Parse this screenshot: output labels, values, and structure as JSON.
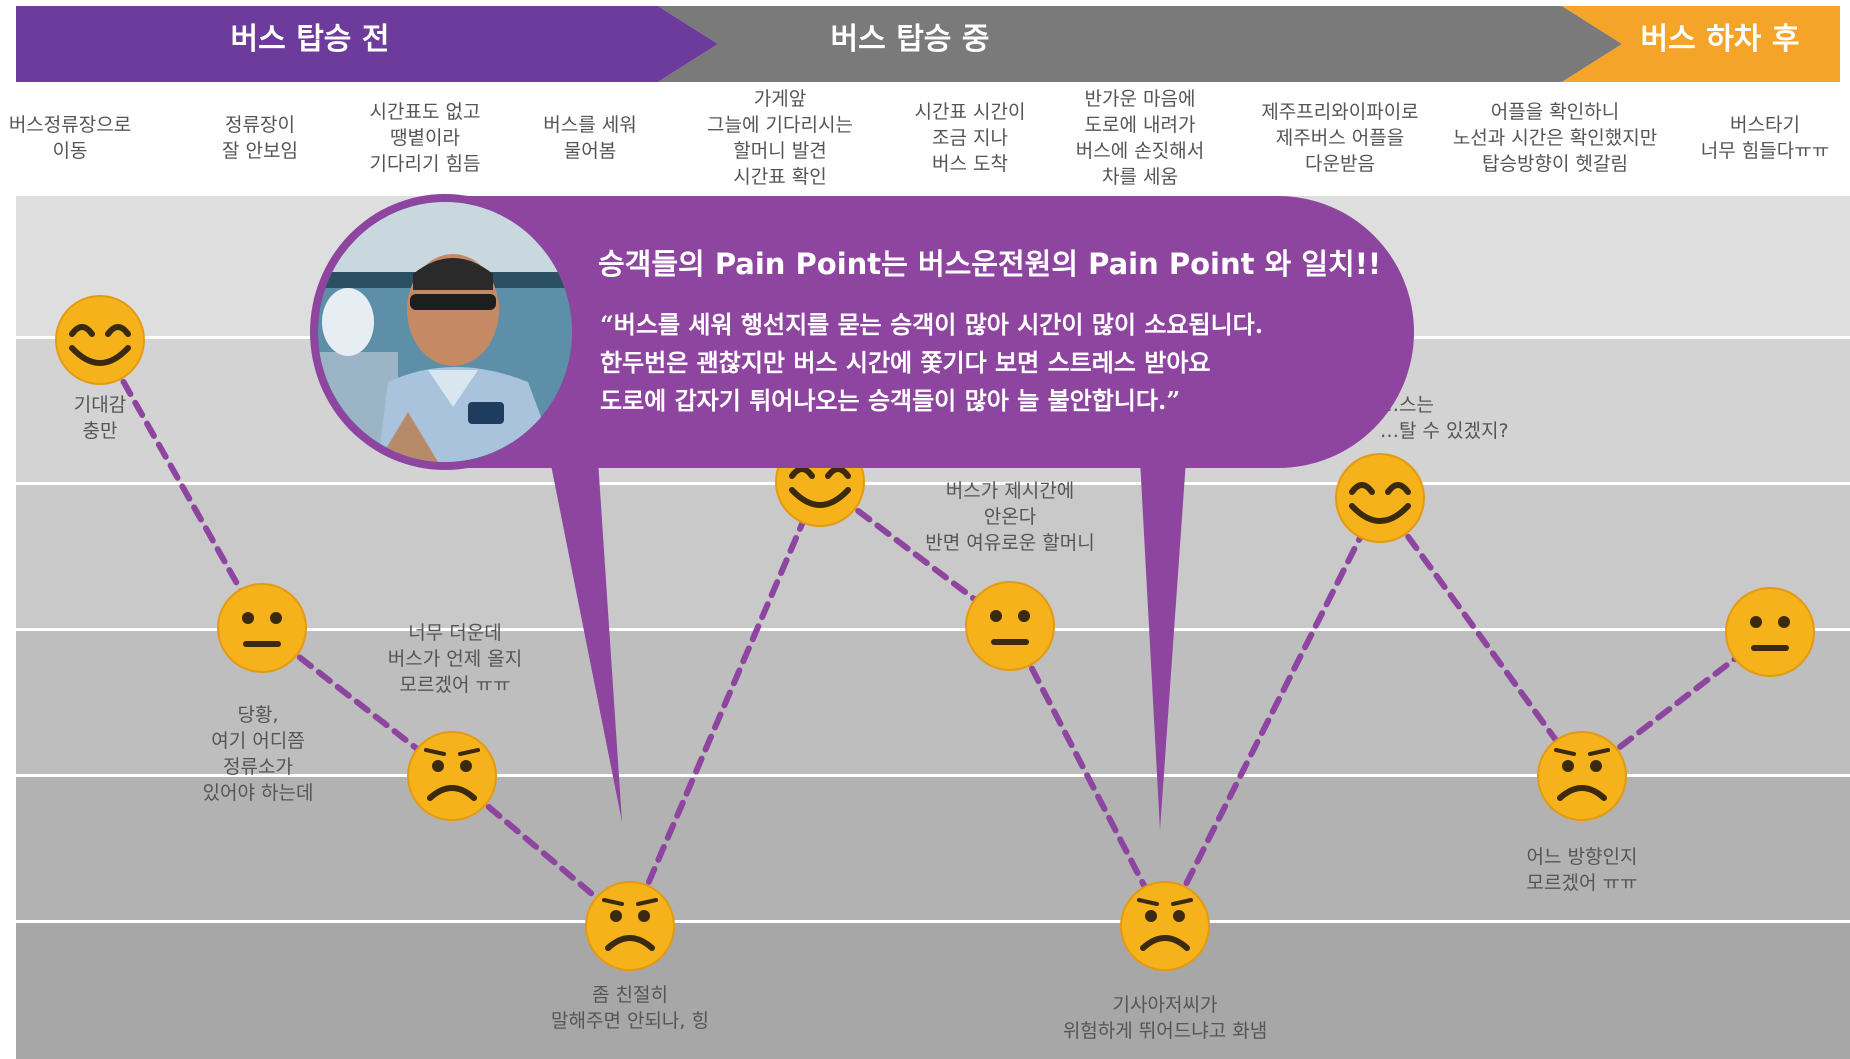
{
  "colors": {
    "phase_before": "#6c3b9c",
    "phase_during": "#7a7a7a",
    "phase_after": "#f5a42a",
    "path": "#8e45a0",
    "face": "#f6b21b",
    "bubble": "#8e45a0",
    "bands": [
      "#dedede",
      "#d3d3d3",
      "#c9c9c9",
      "#bebebe",
      "#b2b2b2",
      "#a7a7a7"
    ]
  },
  "phases": [
    {
      "label": "버스 탑승 전"
    },
    {
      "label": "버스 탑승 중"
    },
    {
      "label": "버스 하차 후"
    }
  ],
  "steps": [
    {
      "label": "버스정류장으로\n이동"
    },
    {
      "label": "정류장이\n잘 안보임"
    },
    {
      "label": "시간표도 없고\n땡볕이라\n기다리기 힘듬"
    },
    {
      "label": "버스를 세워\n물어봄"
    },
    {
      "label": "가게앞\n그늘에 기다리시는\n할머니 발견\n시간표 확인"
    },
    {
      "label": "시간표 시간이\n조금 지나\n버스 도착"
    },
    {
      "label": "반가운 마음에\n도로에 내려가\n버스에 손짓해서\n차를 세움"
    },
    {
      "label": "제주프리와이파이로\n제주버스 어플을\n다운받음"
    },
    {
      "label": "어플을 확인하니\n노선과 시간은 확인했지만\n탑승방향이 헷갈림"
    },
    {
      "label": "버스타기\n너무 힘들다ㅠㅠ"
    }
  ],
  "emotions": [
    {
      "mood": "happy",
      "note": "기대감\n충만"
    },
    {
      "mood": "neutral",
      "note": "당황,\n여기 어디쯤\n정류소가\n있어야 하는데"
    },
    {
      "mood": "sad",
      "note": "너무 더운데\n버스가 언제 올지\n모르겠어 ㅠㅠ"
    },
    {
      "mood": "very-sad",
      "note": "좀 친절히\n말해주면 안되나, 힝"
    },
    {
      "mood": "happy",
      "note": ""
    },
    {
      "mood": "neutral",
      "note": "버스가 제시간에\n안온다\n반면 여유로운 할머니"
    },
    {
      "mood": "very-sad",
      "note": "기사아저씨가\n위험하게 뛰어드냐고 화냄"
    },
    {
      "mood": "happy",
      "note": "…스는\n…탈 수 있겠지?"
    },
    {
      "mood": "sad",
      "note": "어느 방향인지\n모르겠어 ㅠㅠ"
    },
    {
      "mood": "neutral",
      "note": ""
    }
  ],
  "callout": {
    "title": "승객들의 Pain Point는 버스운전원의 Pain Point 와 일치!!",
    "quote_lines": [
      "“버스를 세워 행선지를 묻는 승객이 많아 시간이 많이 소요됩니다.",
      "한두번은 괜찮지만 버스 시간에 쫓기다 보면 스트레스 받아요",
      "도로에 갑자기 튀어나오는 승객들이 많아 늘 불안합니다.”"
    ]
  }
}
